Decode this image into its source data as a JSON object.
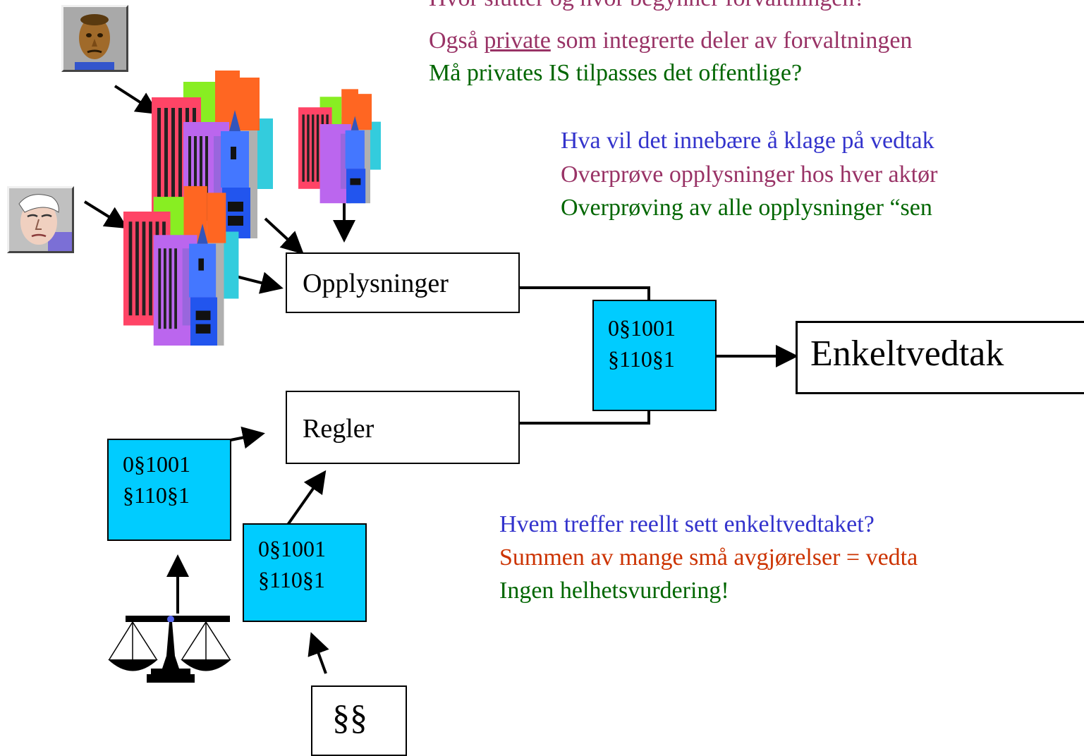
{
  "header_lines": {
    "line1": "Hvor slutter og hvor begynner forvaltningen?",
    "line2_before": "Også ",
    "line2_underlined": "private",
    "line2_after": " som integrerte deler av forvaltningen",
    "line3": "Må privates IS tilpasses det offentlige?"
  },
  "appeal_questions": {
    "line1": "Hva vil det innebære å klage på vedtak",
    "line2": "Overprøve opplysninger hos hver aktør",
    "line3": "Overprøving av alle opplysninger “sen"
  },
  "boxes": {
    "opplysninger": "Opplysninger",
    "regler": "Regler",
    "enkeltvedtak": "Enkeltvedtak",
    "paragraphs": "§§"
  },
  "code_boxes": {
    "decision": {
      "line1": "0§1001",
      "line2": "§110§1"
    },
    "rule_left": {
      "line1": "0§1001",
      "line2": "§110§1"
    },
    "rule_mid": {
      "line1": "0§1001",
      "line2": "§110§1"
    }
  },
  "bottom_questions": {
    "line1": "Hvem treffer reellt sett enkeltvedtaket?",
    "line2": "Summen av mange små avgjørelser = vedta",
    "line3": "Ingen helhetsvurdering!"
  },
  "colors": {
    "purple": "#993366",
    "green": "#006600",
    "blue": "#3333cc",
    "red": "#cc3300",
    "cyan": "#00ccff"
  },
  "icons": [
    "person-portrait-icon",
    "building-cluster-icon",
    "scales-of-justice-icon"
  ]
}
